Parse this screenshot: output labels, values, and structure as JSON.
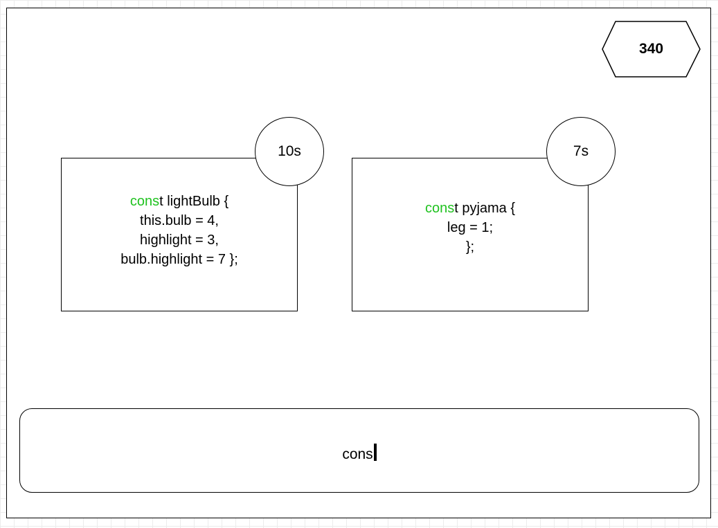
{
  "score": "340",
  "cards": [
    {
      "timer": "10s",
      "typed": "cons",
      "rest_first_line": "t lightBulb {",
      "more_lines": "this.bulb = 4,\nhighlight = 3,\nbulb.highlight = 7 };"
    },
    {
      "timer": "7s",
      "typed": "cons",
      "rest_first_line": "t pyjama {",
      "more_lines": "leg = 1;\n};"
    }
  ],
  "input": {
    "value": "cons"
  },
  "colors": {
    "typed_highlight": "#1fc21f",
    "stroke": "#000000",
    "background": "#ffffff"
  }
}
